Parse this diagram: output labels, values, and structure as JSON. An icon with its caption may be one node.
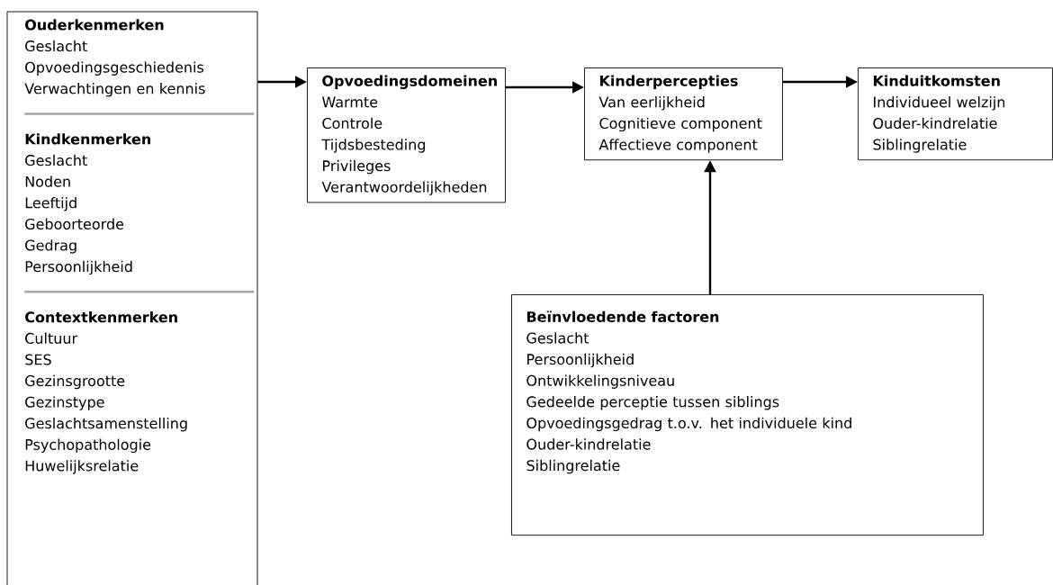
{
  "diagram": {
    "nodes": [
      {
        "text": [
          "Ouderkenmerken",
          "Geslacht",
          "Opvoedingsgeschiedenis",
          "Verwachtingen en kennis",
          "Kindkenmerken",
          "Geslacht",
          "Noden",
          "Leeftijd",
          "Geboorteorde",
          "Gedrag",
          "Persoonlijkheid",
          "Contextkenmerken",
          "Cultuur",
          "SES",
          "Gezinsgrootte",
          "Gezinstype",
          "Geslachtsamenstelling",
          "Psychopathologie",
          "Huwelijksrelatie"
        ]
      },
      {
        "text": [
          "Opvoedingsdomeinen",
          "Warmte",
          "Controle",
          "Tijdsbesteding",
          "Privileges",
          "Verantwoordelijkheden"
        ]
      },
      {
        "text": [
          "Kinderpercepties",
          "Van eerlijkheid",
          "Cognitieve component",
          "Affectieve component"
        ]
      },
      {
        "text": [
          "Kinduitkomsten",
          "Individueel welzijn",
          "Ouder-kindrelatie",
          "Siblingrelatie"
        ]
      },
      {
        "text": [
          "Beïnvloedende factoren",
          "Geslacht",
          "Persoonlijkheid",
          "Ontwikkelingsniveau",
          "Gedeelde perceptie tussen siblings",
          "Opvoedingsgedrag t.o.v. het individuele kind",
          "Ouder-kindrelatie",
          "Siblingrelatie"
        ]
      }
    ],
    "edges": [
      {
        "from": 0,
        "to": 1,
        "arrow": "to"
      },
      {
        "from": 1,
        "to": 2,
        "arrow": "to"
      },
      {
        "from": 2,
        "to": 3,
        "arrow": "to"
      },
      {
        "from": 4,
        "to": 2,
        "arrow": "to"
      }
    ]
  }
}
